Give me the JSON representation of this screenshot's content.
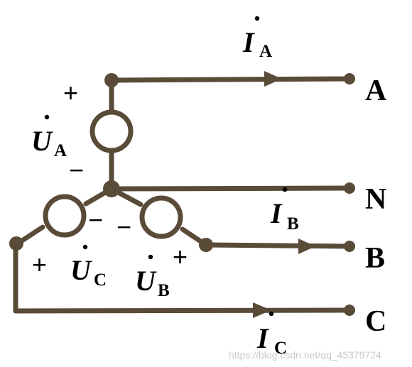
{
  "terminals": {
    "A": "A",
    "N": "N",
    "B": "B",
    "C": "C"
  },
  "currents": {
    "IA": {
      "sym": "I",
      "sub": "A"
    },
    "IB": {
      "sym": "I",
      "sub": "B"
    },
    "IC": {
      "sym": "I",
      "sub": "C"
    }
  },
  "voltages": {
    "UA": {
      "sym": "U",
      "sub": "A"
    },
    "UB": {
      "sym": "U",
      "sub": "B"
    },
    "UC": {
      "sym": "U",
      "sub": "C"
    }
  },
  "signs": {
    "plus": "+",
    "minus": "−"
  },
  "watermark": "https://blog.csdn.net/qq_45379724",
  "colors": {
    "wire": "#5a4a38",
    "text": "#000000"
  }
}
